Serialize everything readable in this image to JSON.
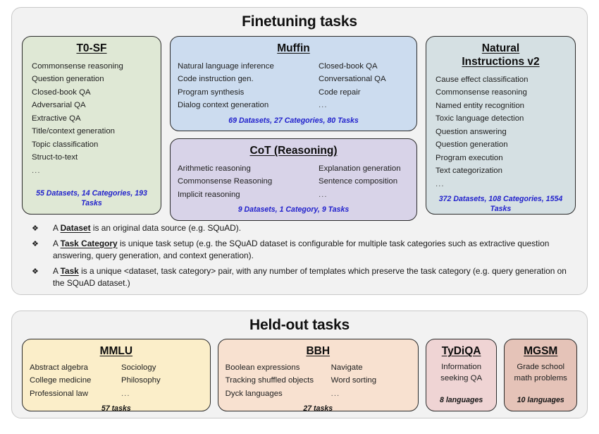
{
  "finetuning": {
    "title": "Finetuning tasks",
    "cards": [
      {
        "name": "t0sf",
        "title": "T0-SF",
        "col1": [
          "Commonsense reasoning",
          "Question generation",
          "Closed-book QA",
          "Adversarial QA",
          "Extractive QA",
          "Title/context generation",
          "Topic classification",
          "Struct-to-text",
          "..."
        ],
        "col2": [],
        "footer": "55 Datasets, 14 Categories, 193 Tasks"
      },
      {
        "name": "muffin",
        "title": "Muffin",
        "col1": [
          "Natural language inference",
          "Code instruction gen.",
          "Program synthesis",
          "Dialog context generation"
        ],
        "col2": [
          "Closed-book QA",
          "Conversational QA",
          "Code repair",
          "..."
        ],
        "footer": "69 Datasets, 27 Categories, 80 Tasks"
      },
      {
        "name": "cot",
        "title": "CoT (Reasoning)",
        "col1": [
          "Arithmetic reasoning",
          "Commonsense Reasoning",
          "Implicit reasoning"
        ],
        "col2": [
          "Explanation generation",
          "Sentence composition",
          "..."
        ],
        "footer": "9 Datasets, 1 Category, 9 Tasks"
      },
      {
        "name": "niv2",
        "title_line1": "Natural",
        "title_line2": "Instructions v2",
        "col1": [
          "Cause effect classification",
          "Commonsense reasoning",
          "Named entity recognition",
          "Toxic language detection",
          "Question answering",
          "Question generation",
          "Program execution",
          "Text categorization",
          "..."
        ],
        "col2": [],
        "footer": "372 Datasets, 108 Categories, 1554 Tasks"
      }
    ],
    "definitions": [
      {
        "bullet": "❖",
        "lead": "A ",
        "term": "Dataset",
        "rest": " is an original data source (e.g. SQuAD)."
      },
      {
        "bullet": "❖",
        "lead": "A ",
        "term": "Task Category",
        "rest": " is unique task setup (e.g. the SQuAD dataset is configurable for multiple task categories such as extractive question answering, query generation, and context generation)."
      },
      {
        "bullet": "❖",
        "lead": "A ",
        "term": "Task",
        "rest": " is a unique <dataset, task category> pair, with any number of templates which preserve the task category (e.g. query generation on the SQuAD dataset.)"
      }
    ]
  },
  "heldout": {
    "title": "Held-out tasks",
    "cards": [
      {
        "name": "mmlu",
        "title": "MMLU",
        "col1": [
          "Abstract algebra",
          "College medicine",
          "Professional law"
        ],
        "col2": [
          "Sociology",
          "Philosophy",
          "..."
        ],
        "footer": "57 tasks"
      },
      {
        "name": "bbh",
        "title": "BBH",
        "col1": [
          "Boolean expressions",
          "Tracking shuffled objects",
          "Dyck languages"
        ],
        "col2": [
          "Navigate",
          "Word sorting",
          "..."
        ],
        "footer": "27 tasks"
      },
      {
        "name": "tydiqa",
        "title": "TyDiQA",
        "body_line1": "Information",
        "body_line2": "seeking QA",
        "footer": "8 languages"
      },
      {
        "name": "mgsm",
        "title": "MGSM",
        "body_line1": "Grade school",
        "body_line2": "math problems",
        "footer": "10 languages"
      }
    ]
  },
  "colors": {
    "t0sf": "#dfe8d5",
    "muffin": "#ccdcef",
    "cot": "#d8d3e8",
    "niv2": "#d5e0e3",
    "mmlu": "#fbeec9",
    "bbh": "#f8e1d0",
    "tydiqa": "#efd4d4",
    "mgsm": "#e5c3b8",
    "panel": "#f2f2f2",
    "footer_accent": "#2222cc"
  }
}
